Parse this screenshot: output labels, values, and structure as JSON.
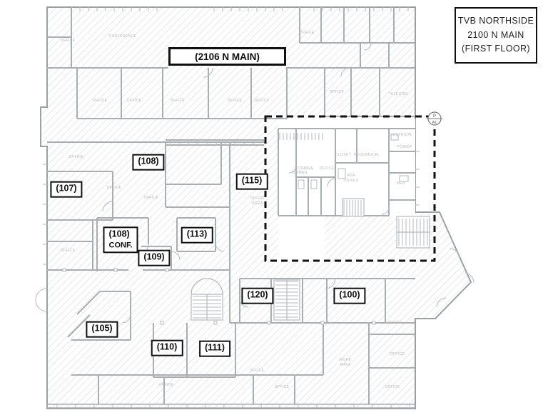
{
  "title_box": {
    "line1": "TVB NORTHSIDE",
    "line2": "2100 N MAIN",
    "line3": "(FIRST FLOOR)"
  },
  "building_label": {
    "text": "(2106 N MAIN)"
  },
  "rooms": [
    {
      "id": "108",
      "label": "(108)"
    },
    {
      "id": "107",
      "label": "(107)"
    },
    {
      "id": "115",
      "label": "(115)"
    },
    {
      "id": "113",
      "label": "(113)"
    },
    {
      "id": "108-conf",
      "label": "(108)",
      "sub": "CONF."
    },
    {
      "id": "109",
      "label": "(109)"
    },
    {
      "id": "120",
      "label": "(120)"
    },
    {
      "id": "100",
      "label": "(100)"
    },
    {
      "id": "105",
      "label": "(105)"
    },
    {
      "id": "110",
      "label": "(110)"
    },
    {
      "id": "111",
      "label": "(111)"
    }
  ],
  "plan_marker": {
    "top": "P",
    "bottom": "A1"
  },
  "faint_labels": [
    {
      "text": "CONFERENCE"
    },
    {
      "text": "OFFICE"
    },
    {
      "text": "OFFICE"
    },
    {
      "text": "OFFICE"
    },
    {
      "text": "OFFICE"
    },
    {
      "text": "OFFICE"
    },
    {
      "text": "OFFICE"
    },
    {
      "text": "OFFICE"
    },
    {
      "text": "OFFICE"
    },
    {
      "text": "TELECOM"
    },
    {
      "text": "OFFICE"
    },
    {
      "text": "OFFICE"
    },
    {
      "text": "OFFICE"
    },
    {
      "text": "OFFICE"
    },
    {
      "text": "OFFICE"
    },
    {
      "text": "AREA"
    },
    {
      "text": "WOMEN"
    },
    {
      "text": "STORAGE"
    },
    {
      "text": "OFFICE"
    },
    {
      "text": "CLOSET"
    },
    {
      "text": "MECHANICAL"
    },
    {
      "text": "ADA"
    },
    {
      "text": "UNISEX"
    },
    {
      "text": "MEN"
    },
    {
      "text": "ELECTRICAL"
    },
    {
      "text": "POWER"
    },
    {
      "text": "WORK"
    },
    {
      "text": "AREA"
    },
    {
      "text": "OFFICE"
    },
    {
      "text": "OFFICE"
    },
    {
      "text": "OFFICE"
    },
    {
      "text": "OFFICE"
    },
    {
      "text": "OFFICE"
    },
    {
      "text": "OFFICE"
    }
  ],
  "colors": {
    "wall": "#a9aeb2",
    "minor_line": "#b5babd",
    "hatch": "#dddddd",
    "faint_text": "#b9b9b9",
    "label_border": "#101010",
    "dashed_region": "#111111"
  }
}
